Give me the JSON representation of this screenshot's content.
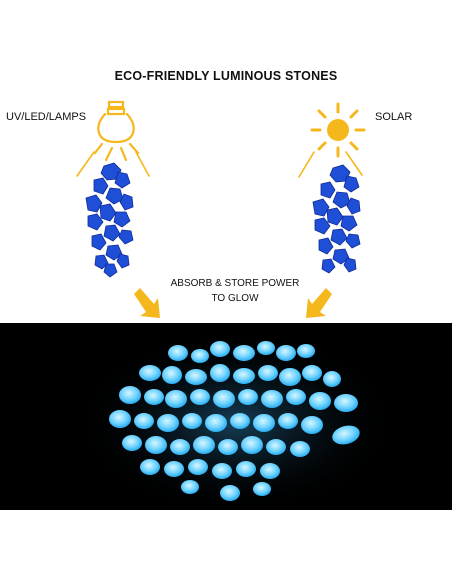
{
  "title": "ECO-FRIENDLY LUMINOUS STONES",
  "left_label": "UV/LED/LAMPS",
  "right_label": "SOLAR",
  "center_line1": "ABSORB & STORE POWER",
  "center_line2": "TO GLOW",
  "colors": {
    "yellow": "#f5b81c",
    "stone_blue": "#1f4fd6",
    "glow_blue": "#54c8ff",
    "background": "#ffffff",
    "panel": "#000000"
  },
  "icons": [
    "bulb-icon",
    "sun-icon",
    "arrow-down-right-icon",
    "arrow-down-left-icon"
  ]
}
